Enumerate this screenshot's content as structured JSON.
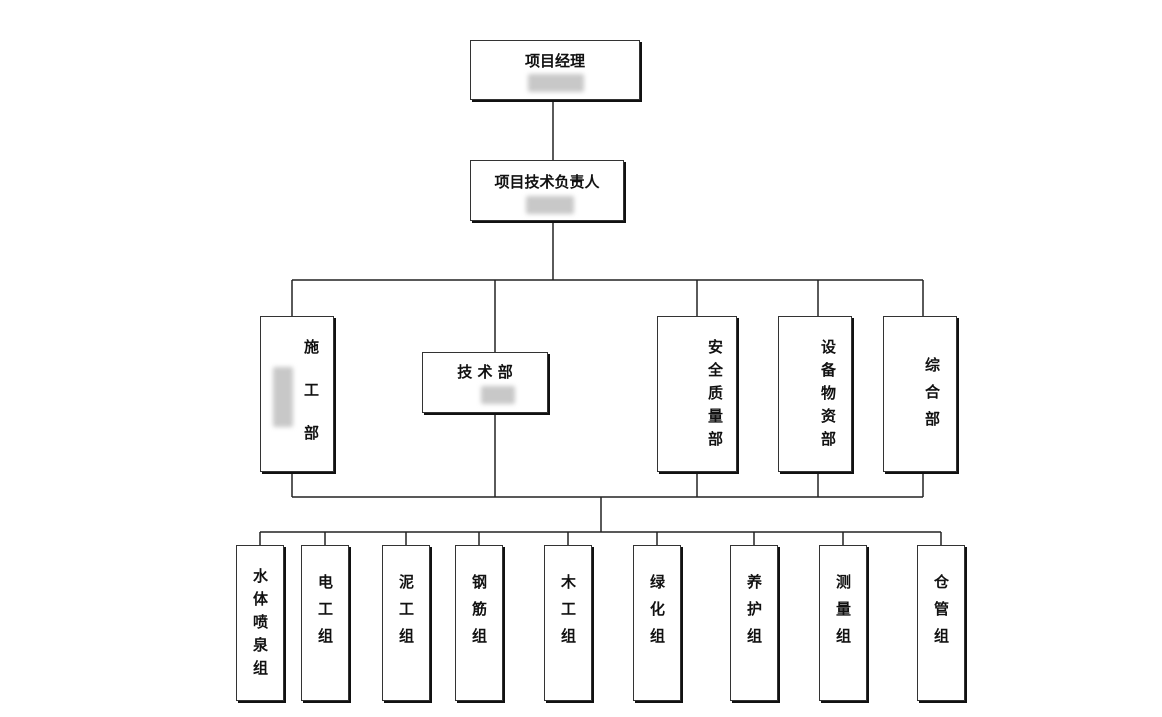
{
  "nodes": {
    "pm": {
      "title": "项目经理"
    },
    "tech_lead": {
      "title": "项目技术负责人"
    },
    "departments": [
      {
        "id": "construction",
        "label": "施工部"
      },
      {
        "id": "technical",
        "label": "技 术 部"
      },
      {
        "id": "safety_quality",
        "label": "安全质量部"
      },
      {
        "id": "equipment_materials",
        "label": "设备物资部"
      },
      {
        "id": "general",
        "label": "综合部"
      }
    ],
    "teams": [
      {
        "id": "fountain",
        "label": "水体喷泉组"
      },
      {
        "id": "electric",
        "label": "电工组"
      },
      {
        "id": "masonry",
        "label": "泥工组"
      },
      {
        "id": "rebar",
        "label": "钢筋组"
      },
      {
        "id": "carpentry",
        "label": "木工组"
      },
      {
        "id": "greening",
        "label": "绿化组"
      },
      {
        "id": "maintenance",
        "label": "养护组"
      },
      {
        "id": "survey",
        "label": "测量组"
      },
      {
        "id": "warehouse",
        "label": "仓管组"
      }
    ]
  },
  "colors": {
    "line": "#222222",
    "border": "#333333",
    "blur": "#c8c8c8"
  }
}
